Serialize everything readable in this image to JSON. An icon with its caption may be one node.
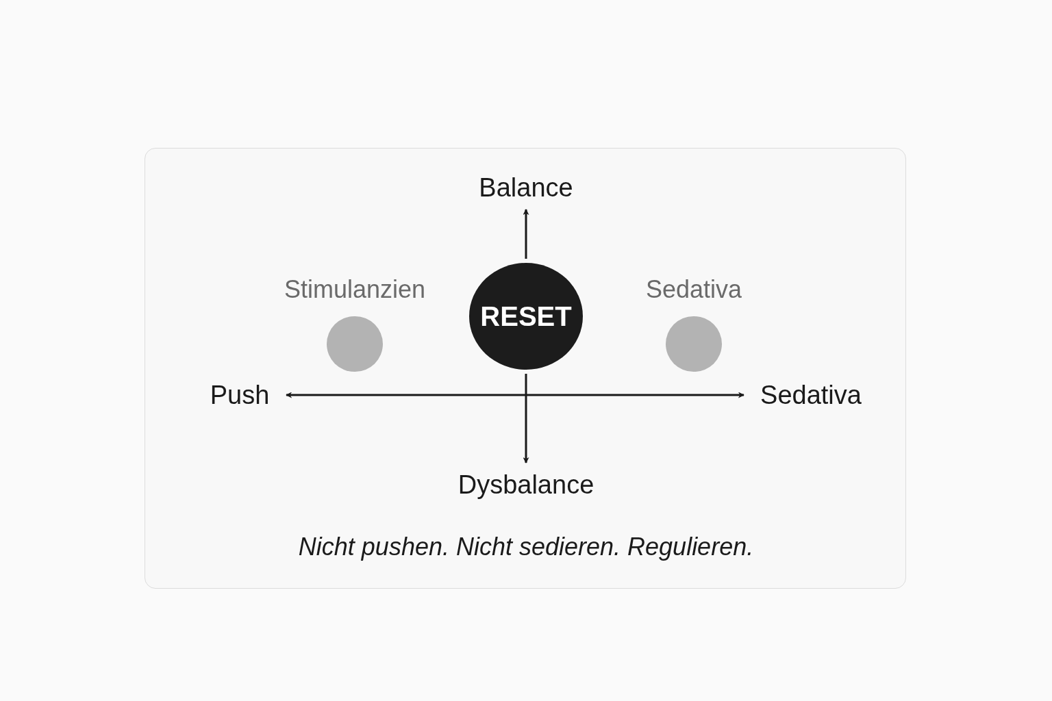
{
  "diagram": {
    "caption": "Nicht pushen. Nicht sedieren. Regulieren.",
    "nodes": [
      {
        "text": [
          "Balance"
        ]
      },
      {
        "text": [
          "RESET"
        ]
      },
      {
        "text": [
          "Stimulanzien"
        ]
      },
      {
        "text": [
          "Sedativa"
        ]
      },
      {
        "text": [
          "Push"
        ]
      },
      {
        "text": [
          "Sedativa"
        ]
      },
      {
        "text": [
          "Dysbalance"
        ]
      }
    ],
    "edges": [
      {
        "from": 1,
        "to": 0,
        "arrow": "to"
      },
      {
        "from": 4,
        "to": 5,
        "arrow": "both"
      },
      {
        "from": 1,
        "to": 6,
        "arrow": "to"
      }
    ]
  }
}
